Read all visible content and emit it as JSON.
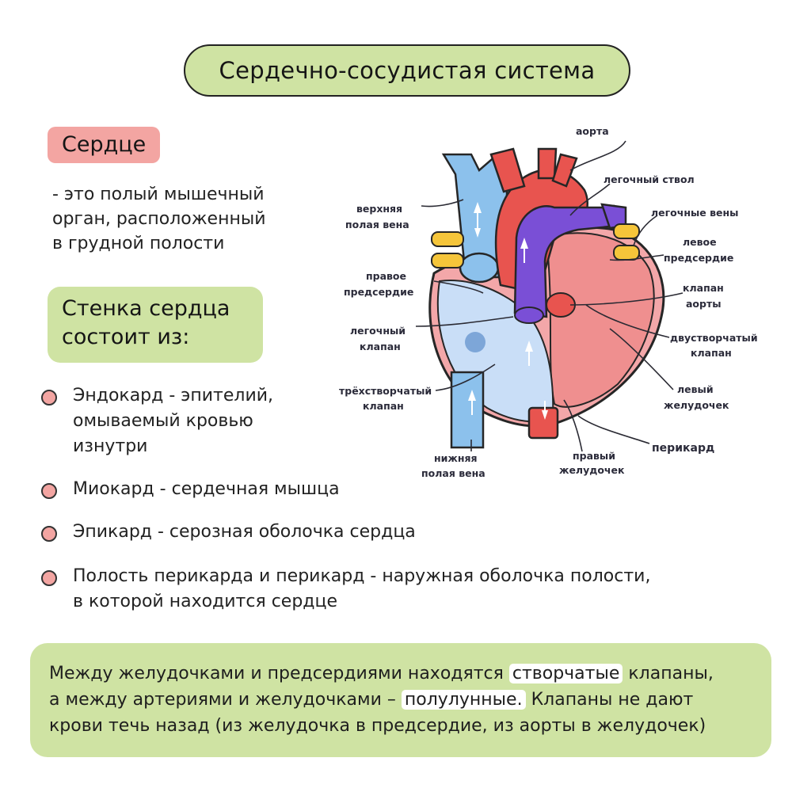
{
  "title": "Сердечно-сосудистая система",
  "heart": {
    "label": "Сердце",
    "definition_lines": [
      "- это полый мышечный",
      "орган,  расположенный",
      "в грудной полости"
    ]
  },
  "wall": {
    "title_lines": [
      "Стенка сердца",
      "состоит из:"
    ]
  },
  "layers": [
    {
      "lines": [
        "Эндокард  -  эпителий,",
        "омываемый кровью",
        "изнутри"
      ]
    },
    {
      "lines": [
        "Миокард - сердечная мышца"
      ]
    },
    {
      "lines": [
        "Эпикард - серозная оболочка сердца"
      ]
    },
    {
      "lines": [
        "Полость перикарда и перикард - наружная оболочка полости,",
        "в которой находится сердце"
      ]
    }
  ],
  "diagram_labels": {
    "aorta": "аорта",
    "pulmonary_trunk": "легочный ствол",
    "pulmonary_veins": "легочные вены",
    "left_atrium_1": "левое",
    "left_atrium_2": "предсердие",
    "aortic_valve_1": "клапан",
    "aortic_valve_2": "аорты",
    "mitral_valve_1": "двустворчатый",
    "mitral_valve_2": "клапан",
    "left_ventricle_1": "левый",
    "left_ventricle_2": "желудочек",
    "pericardium": "перикард",
    "right_ventricle_1": "правый",
    "right_ventricle_2": "желудочек",
    "inferior_vena_cava_1": "нижняя",
    "inferior_vena_cava_2": "полая вена",
    "tricuspid_valve_1": "трёхстворчатый",
    "tricuspid_valve_2": "клапан",
    "pulmonary_valve_1": "легочный",
    "pulmonary_valve_2": "клапан",
    "right_atrium_1": "правое",
    "right_atrium_2": "предсердие",
    "superior_vena_cava_1": "верхняя",
    "superior_vena_cava_2": "полая вена"
  },
  "summary": {
    "line1_before": "Между желудочками и предсердиями находятся",
    "line1_highlight": "створчатые",
    "line1_after": "клапаны,",
    "line2_before": "а между артериями и желудочками –",
    "line2_highlight": "полулунные.",
    "line2_after": "Клапаны не дают",
    "line3": "крови течь назад (из желудочка в предсердие, из аорты в желудочек)"
  },
  "colors": {
    "accent_green": "#cfe3a3",
    "accent_pink": "#f3a5a2",
    "venous_blue": "#8cc1ec",
    "arterial_red": "#e8544f",
    "pulmonary_purple": "#7a4fd6",
    "vein_yellow": "#f5c53a"
  }
}
